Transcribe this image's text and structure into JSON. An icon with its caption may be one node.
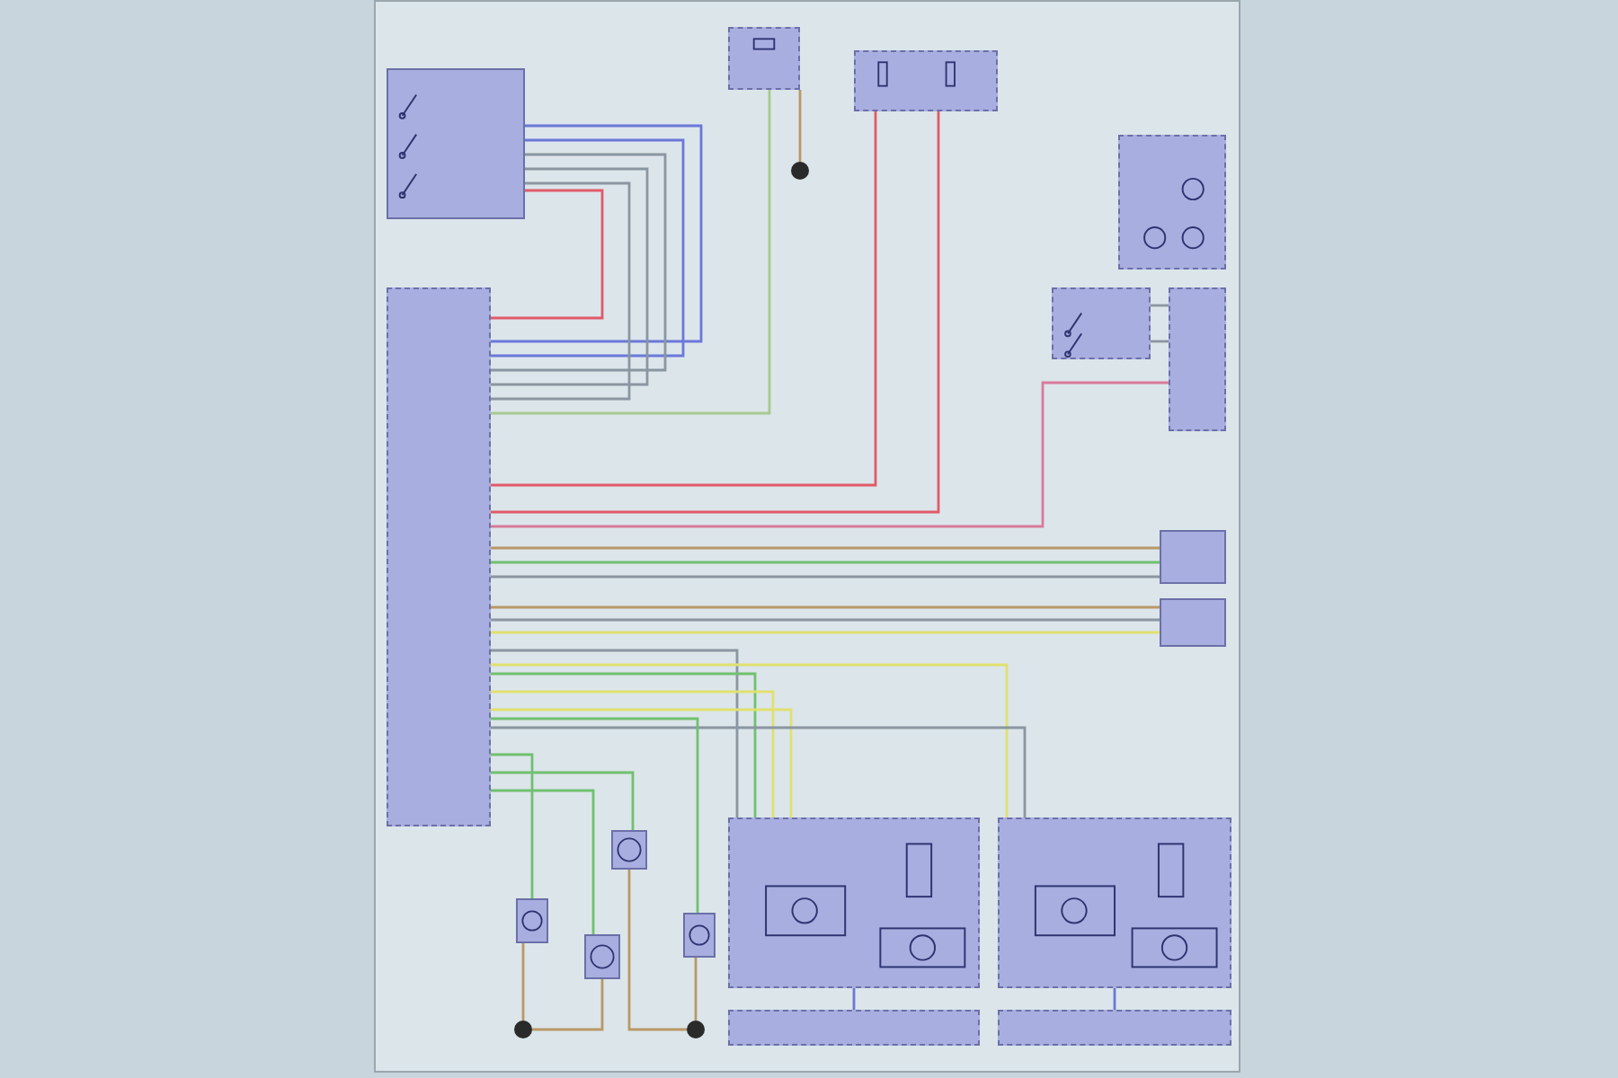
{
  "diagram": {
    "nodes": [
      {
        "text": [],
        "shape": "box"
      },
      {
        "text": [],
        "shape": "box"
      },
      {
        "text": [],
        "shape": "box"
      },
      {
        "text": [],
        "shape": "box"
      },
      {
        "text": [],
        "shape": "box"
      },
      {
        "text": [],
        "shape": "box"
      },
      {
        "text": [],
        "shape": "box"
      },
      {
        "text": [],
        "shape": "box"
      },
      {
        "text": [],
        "shape": "box"
      },
      {
        "text": [],
        "shape": "box"
      },
      {
        "text": [],
        "shape": "box"
      },
      {
        "text": [],
        "shape": "box"
      },
      {
        "text": [],
        "shape": "box"
      },
      {
        "text": [],
        "shape": "box"
      },
      {
        "text": [],
        "shape": "box"
      },
      {
        "text": [],
        "shape": "box"
      },
      {
        "text": [],
        "shape": "box"
      },
      {
        "text": [],
        "shape": "circle"
      },
      {
        "text": [],
        "shape": "circle"
      },
      {
        "text": [],
        "shape": "circle"
      }
    ],
    "edges": [
      {
        "from": 0,
        "to": 6,
        "arrow": "none",
        "color": "#6a78d8"
      },
      {
        "from": 0,
        "to": 6,
        "arrow": "none",
        "color": "#6a78d8"
      },
      {
        "from": 0,
        "to": 6,
        "arrow": "none",
        "color": "#8a96a0"
      },
      {
        "from": 0,
        "to": 6,
        "arrow": "none",
        "color": "#8a96a0"
      },
      {
        "from": 0,
        "to": 6,
        "arrow": "none",
        "color": "#8a96a0"
      },
      {
        "from": 0,
        "to": 6,
        "arrow": "none",
        "color": "#e05a6a"
      },
      {
        "from": 1,
        "to": 6,
        "arrow": "none",
        "color": "#a8c890"
      },
      {
        "from": 2,
        "to": 6,
        "arrow": "none",
        "color": "#e05a6a"
      },
      {
        "from": 2,
        "to": 6,
        "arrow": "none",
        "color": "#e05a6a"
      },
      {
        "from": 6,
        "to": 5,
        "arrow": "none",
        "color": "#d87a9a"
      },
      {
        "from": 4,
        "to": 5,
        "arrow": "none",
        "color": "#8a96a0"
      },
      {
        "from": 4,
        "to": 5,
        "arrow": "none",
        "color": "#8a96a0"
      },
      {
        "from": 6,
        "to": 7,
        "arrow": "none",
        "color": "#b89868"
      },
      {
        "from": 6,
        "to": 7,
        "arrow": "none",
        "color": "#70c070"
      },
      {
        "from": 6,
        "to": 7,
        "arrow": "none",
        "color": "#8a96a0"
      },
      {
        "from": 6,
        "to": 8,
        "arrow": "none",
        "color": "#b89868"
      },
      {
        "from": 6,
        "to": 8,
        "arrow": "none",
        "color": "#8a96a0"
      },
      {
        "from": 6,
        "to": 8,
        "arrow": "none",
        "color": "#e0e070"
      },
      {
        "from": 6,
        "to": 9,
        "arrow": "none",
        "color": "#8a96a0"
      },
      {
        "from": 6,
        "to": 9,
        "arrow": "none",
        "color": "#70c070"
      },
      {
        "from": 6,
        "to": 9,
        "arrow": "none",
        "color": "#e0e070"
      },
      {
        "from": 6,
        "to": 9,
        "arrow": "none",
        "color": "#e0e070"
      },
      {
        "from": 6,
        "to": 10,
        "arrow": "none",
        "color": "#e0e070"
      },
      {
        "from": 6,
        "to": 10,
        "arrow": "none",
        "color": "#8a96a0"
      },
      {
        "from": 9,
        "to": 11,
        "arrow": "none",
        "color": "#6a78d8"
      },
      {
        "from": 10,
        "to": 12,
        "arrow": "none",
        "color": "#6a78d8"
      },
      {
        "from": 6,
        "to": 13,
        "arrow": "none",
        "color": "#70c070"
      },
      {
        "from": 6,
        "to": 14,
        "arrow": "none",
        "color": "#70c070"
      },
      {
        "from": 6,
        "to": 15,
        "arrow": "none",
        "color": "#70c070"
      },
      {
        "from": 6,
        "to": 16,
        "arrow": "none",
        "color": "#70c070"
      },
      {
        "from": 13,
        "to": 17,
        "arrow": "none",
        "color": "#b89868"
      },
      {
        "from": 14,
        "to": 17,
        "arrow": "none",
        "color": "#b89868"
      },
      {
        "from": 15,
        "to": 18,
        "arrow": "none",
        "color": "#b89868"
      },
      {
        "from": 16,
        "to": 18,
        "arrow": "none",
        "color": "#b89868"
      },
      {
        "from": 1,
        "to": 19,
        "arrow": "none",
        "color": "#b89868"
      }
    ]
  }
}
